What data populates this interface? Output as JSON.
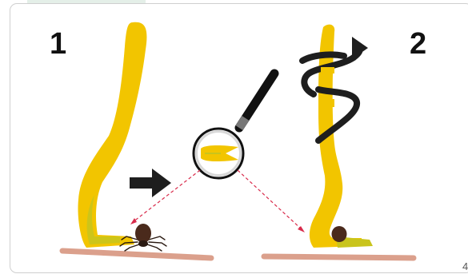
{
  "steps": {
    "left": "1",
    "right": "2"
  },
  "page_number": "4",
  "colors": {
    "tool_yellow": "#f2c500",
    "tool_shade": "#c9c41c",
    "skin": "#dba08c",
    "tick_brown": "#4a2a1c",
    "arrow_dark": "#1e1e1e",
    "pointer_red": "#d92b4b",
    "panel_border": "#cfcfcf",
    "tab_green": "#e4efe8"
  },
  "icons": [
    "tick-removal-tool",
    "magnifying-glass-icon",
    "right-arrow-icon",
    "twist-rotation-arrow-icon",
    "tick-icon"
  ]
}
